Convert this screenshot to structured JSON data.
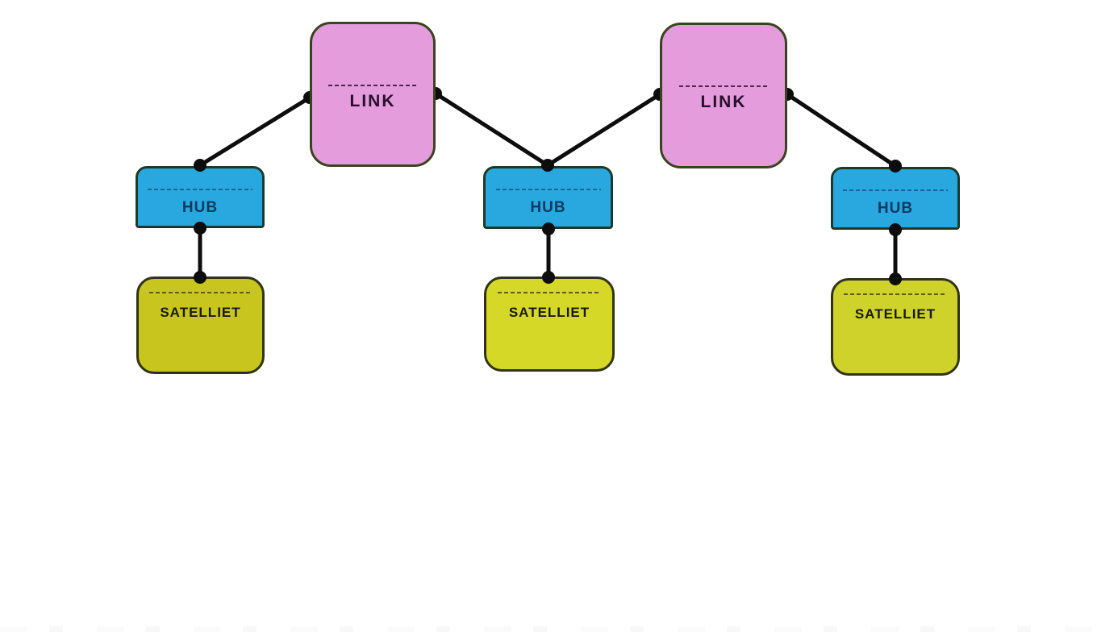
{
  "diagram": {
    "background": "#ffffff",
    "connector": {
      "color": "#0d0d0d",
      "dot_icon": "connection-dot"
    },
    "nodes": [
      {
        "id": "link-1",
        "type": "link",
        "label": "LINK",
        "fill": "#e49cdd",
        "border": "#3a431f",
        "text_color": "#26102a",
        "divider_color": "#512350"
      },
      {
        "id": "link-2",
        "type": "link",
        "label": "LINK",
        "fill": "#e49cdd",
        "border": "#3a431f",
        "text_color": "#26102a",
        "divider_color": "#512350"
      },
      {
        "id": "hub-1",
        "type": "hub",
        "label": "HUB",
        "fill": "#29a8df",
        "border": "#1c3a2c",
        "text_color": "#0f3a62",
        "divider_color": "#14679b"
      },
      {
        "id": "hub-2",
        "type": "hub",
        "label": "HUB",
        "fill": "#29a8df",
        "border": "#1c3a2c",
        "text_color": "#0f3a62",
        "divider_color": "#14679b"
      },
      {
        "id": "hub-3",
        "type": "hub",
        "label": "HUB",
        "fill": "#29a8df",
        "border": "#1c3a2c",
        "text_color": "#0f3a62",
        "divider_color": "#14679b"
      },
      {
        "id": "sat-1",
        "type": "satellite",
        "label": "SATELLIET",
        "fill": "#c7c51e",
        "border": "#2f3414",
        "text_color": "#191911",
        "divider_color": "#5d5f0e"
      },
      {
        "id": "sat-2",
        "type": "satellite",
        "label": "SATELLIET",
        "fill": "#d6d827",
        "border": "#2f3414",
        "text_color": "#191911",
        "divider_color": "#5d5f0e"
      },
      {
        "id": "sat-3",
        "type": "satellite",
        "label": "SATELLIET",
        "fill": "#cfd22a",
        "border": "#2f3414",
        "text_color": "#191911",
        "divider_color": "#5d5f0e"
      }
    ],
    "edges": [
      {
        "from": "hub-1",
        "to": "link-1"
      },
      {
        "from": "link-1",
        "to": "hub-2"
      },
      {
        "from": "hub-2",
        "to": "link-2"
      },
      {
        "from": "link-2",
        "to": "hub-3"
      },
      {
        "from": "hub-1",
        "to": "sat-1"
      },
      {
        "from": "hub-2",
        "to": "sat-2"
      },
      {
        "from": "hub-3",
        "to": "sat-3"
      }
    ]
  }
}
